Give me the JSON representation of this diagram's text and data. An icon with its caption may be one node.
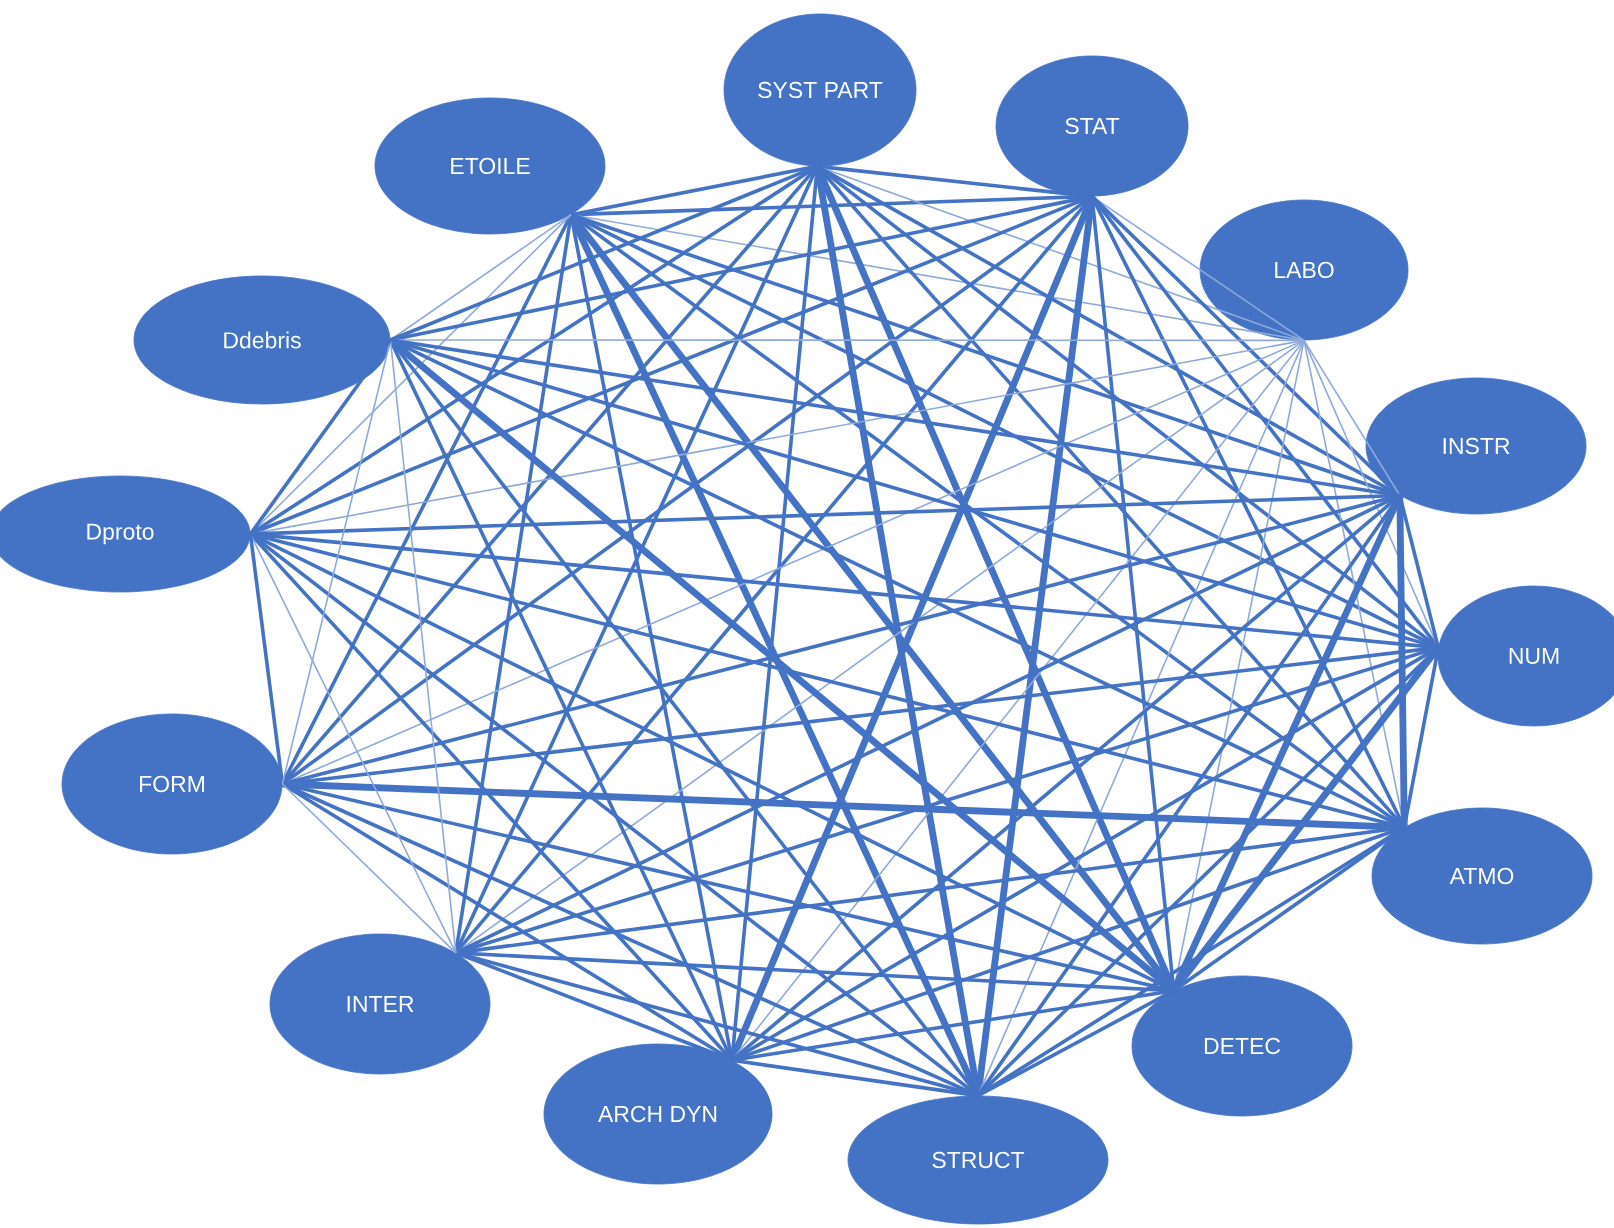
{
  "diagram": {
    "nodes": [
      {
        "text": [
          "ETOILE"
        ]
      },
      {
        "text": [
          "SYST PART"
        ]
      },
      {
        "text": [
          "STAT"
        ]
      },
      {
        "text": [
          "LABO"
        ]
      },
      {
        "text": [
          "INSTR"
        ]
      },
      {
        "text": [
          "NUM"
        ]
      },
      {
        "text": [
          "ATMO"
        ]
      },
      {
        "text": [
          "DETEC"
        ]
      },
      {
        "text": [
          "STRUCT"
        ]
      },
      {
        "text": [
          "ARCH DYN"
        ]
      },
      {
        "text": [
          "INTER"
        ]
      },
      {
        "text": [
          "FORM"
        ]
      },
      {
        "text": [
          "Dproto"
        ]
      },
      {
        "text": [
          "Ddebris"
        ]
      }
    ],
    "edges": [
      {
        "from": 0,
        "to": 1,
        "arrow": "none"
      },
      {
        "from": 0,
        "to": 2,
        "arrow": "none"
      },
      {
        "from": 0,
        "to": 3,
        "arrow": "none",
        "color": "#8eaadb"
      },
      {
        "from": 0,
        "to": 4,
        "arrow": "none"
      },
      {
        "from": 0,
        "to": 5,
        "arrow": "none"
      },
      {
        "from": 0,
        "to": 6,
        "arrow": "none"
      },
      {
        "from": 0,
        "to": 7,
        "arrow": "none",
        "style": "thick"
      },
      {
        "from": 0,
        "to": 8,
        "arrow": "none",
        "style": "thick"
      },
      {
        "from": 0,
        "to": 9,
        "arrow": "none"
      },
      {
        "from": 0,
        "to": 10,
        "arrow": "none"
      },
      {
        "from": 0,
        "to": 11,
        "arrow": "none"
      },
      {
        "from": 0,
        "to": 12,
        "arrow": "none",
        "color": "#8eaadb"
      },
      {
        "from": 0,
        "to": 13,
        "arrow": "none",
        "color": "#8eaadb"
      },
      {
        "from": 1,
        "to": 2,
        "arrow": "none"
      },
      {
        "from": 1,
        "to": 3,
        "arrow": "none",
        "color": "#8eaadb"
      },
      {
        "from": 1,
        "to": 4,
        "arrow": "none"
      },
      {
        "from": 1,
        "to": 5,
        "arrow": "none"
      },
      {
        "from": 1,
        "to": 6,
        "arrow": "none"
      },
      {
        "from": 1,
        "to": 7,
        "arrow": "none",
        "style": "thick"
      },
      {
        "from": 1,
        "to": 8,
        "arrow": "none",
        "style": "thick"
      },
      {
        "from": 1,
        "to": 9,
        "arrow": "none"
      },
      {
        "from": 1,
        "to": 10,
        "arrow": "none"
      },
      {
        "from": 1,
        "to": 11,
        "arrow": "none"
      },
      {
        "from": 1,
        "to": 12,
        "arrow": "none"
      },
      {
        "from": 1,
        "to": 13,
        "arrow": "none"
      },
      {
        "from": 2,
        "to": 3,
        "arrow": "none",
        "color": "#8eaadb"
      },
      {
        "from": 2,
        "to": 4,
        "arrow": "none"
      },
      {
        "from": 2,
        "to": 5,
        "arrow": "none"
      },
      {
        "from": 2,
        "to": 6,
        "arrow": "none"
      },
      {
        "from": 2,
        "to": 7,
        "arrow": "none"
      },
      {
        "from": 2,
        "to": 8,
        "arrow": "none",
        "style": "thick"
      },
      {
        "from": 2,
        "to": 9,
        "arrow": "none",
        "style": "thick"
      },
      {
        "from": 2,
        "to": 10,
        "arrow": "none"
      },
      {
        "from": 2,
        "to": 11,
        "arrow": "none"
      },
      {
        "from": 2,
        "to": 12,
        "arrow": "none"
      },
      {
        "from": 2,
        "to": 13,
        "arrow": "none"
      },
      {
        "from": 3,
        "to": 4,
        "arrow": "none",
        "color": "#8eaadb"
      },
      {
        "from": 3,
        "to": 5,
        "arrow": "none",
        "color": "#8eaadb"
      },
      {
        "from": 3,
        "to": 6,
        "arrow": "none",
        "color": "#8eaadb"
      },
      {
        "from": 3,
        "to": 7,
        "arrow": "none",
        "color": "#8eaadb"
      },
      {
        "from": 3,
        "to": 8,
        "arrow": "none",
        "color": "#8eaadb"
      },
      {
        "from": 3,
        "to": 9,
        "arrow": "none",
        "color": "#8eaadb"
      },
      {
        "from": 3,
        "to": 10,
        "arrow": "none",
        "color": "#8eaadb"
      },
      {
        "from": 3,
        "to": 11,
        "arrow": "none",
        "color": "#8eaadb"
      },
      {
        "from": 3,
        "to": 12,
        "arrow": "none",
        "color": "#8eaadb"
      },
      {
        "from": 3,
        "to": 13,
        "arrow": "none",
        "color": "#8eaadb"
      },
      {
        "from": 4,
        "to": 5,
        "arrow": "none"
      },
      {
        "from": 4,
        "to": 6,
        "arrow": "none",
        "style": "thick"
      },
      {
        "from": 4,
        "to": 7,
        "arrow": "none",
        "style": "thick"
      },
      {
        "from": 4,
        "to": 8,
        "arrow": "none"
      },
      {
        "from": 4,
        "to": 9,
        "arrow": "none"
      },
      {
        "from": 4,
        "to": 10,
        "arrow": "none"
      },
      {
        "from": 4,
        "to": 11,
        "arrow": "none"
      },
      {
        "from": 4,
        "to": 12,
        "arrow": "none"
      },
      {
        "from": 4,
        "to": 13,
        "arrow": "none"
      },
      {
        "from": 5,
        "to": 6,
        "arrow": "none"
      },
      {
        "from": 5,
        "to": 7,
        "arrow": "none",
        "style": "thick"
      },
      {
        "from": 5,
        "to": 8,
        "arrow": "none"
      },
      {
        "from": 5,
        "to": 9,
        "arrow": "none"
      },
      {
        "from": 5,
        "to": 10,
        "arrow": "none"
      },
      {
        "from": 5,
        "to": 11,
        "arrow": "none"
      },
      {
        "from": 5,
        "to": 12,
        "arrow": "none"
      },
      {
        "from": 5,
        "to": 13,
        "arrow": "none"
      },
      {
        "from": 6,
        "to": 7,
        "arrow": "none"
      },
      {
        "from": 6,
        "to": 8,
        "arrow": "none"
      },
      {
        "from": 6,
        "to": 9,
        "arrow": "none"
      },
      {
        "from": 6,
        "to": 10,
        "arrow": "none"
      },
      {
        "from": 6,
        "to": 11,
        "arrow": "none",
        "style": "thick"
      },
      {
        "from": 6,
        "to": 12,
        "arrow": "none"
      },
      {
        "from": 6,
        "to": 13,
        "arrow": "none"
      },
      {
        "from": 7,
        "to": 8,
        "arrow": "none"
      },
      {
        "from": 7,
        "to": 9,
        "arrow": "none"
      },
      {
        "from": 7,
        "to": 10,
        "arrow": "none"
      },
      {
        "from": 7,
        "to": 11,
        "arrow": "none"
      },
      {
        "from": 7,
        "to": 12,
        "arrow": "none"
      },
      {
        "from": 7,
        "to": 13,
        "arrow": "none",
        "style": "thick"
      },
      {
        "from": 8,
        "to": 9,
        "arrow": "none"
      },
      {
        "from": 8,
        "to": 10,
        "arrow": "none"
      },
      {
        "from": 8,
        "to": 11,
        "arrow": "none"
      },
      {
        "from": 8,
        "to": 12,
        "arrow": "none"
      },
      {
        "from": 8,
        "to": 13,
        "arrow": "none"
      },
      {
        "from": 9,
        "to": 10,
        "arrow": "none"
      },
      {
        "from": 9,
        "to": 11,
        "arrow": "none"
      },
      {
        "from": 9,
        "to": 12,
        "arrow": "none"
      },
      {
        "from": 9,
        "to": 13,
        "arrow": "none"
      },
      {
        "from": 10,
        "to": 11,
        "arrow": "none",
        "color": "#8eaadb"
      },
      {
        "from": 10,
        "to": 12,
        "arrow": "none",
        "color": "#8eaadb"
      },
      {
        "from": 10,
        "to": 13,
        "arrow": "none",
        "color": "#8eaadb"
      },
      {
        "from": 11,
        "to": 12,
        "arrow": "none"
      },
      {
        "from": 11,
        "to": 13,
        "arrow": "none",
        "color": "#8eaadb"
      },
      {
        "from": 12,
        "to": 13,
        "arrow": "none"
      }
    ]
  }
}
